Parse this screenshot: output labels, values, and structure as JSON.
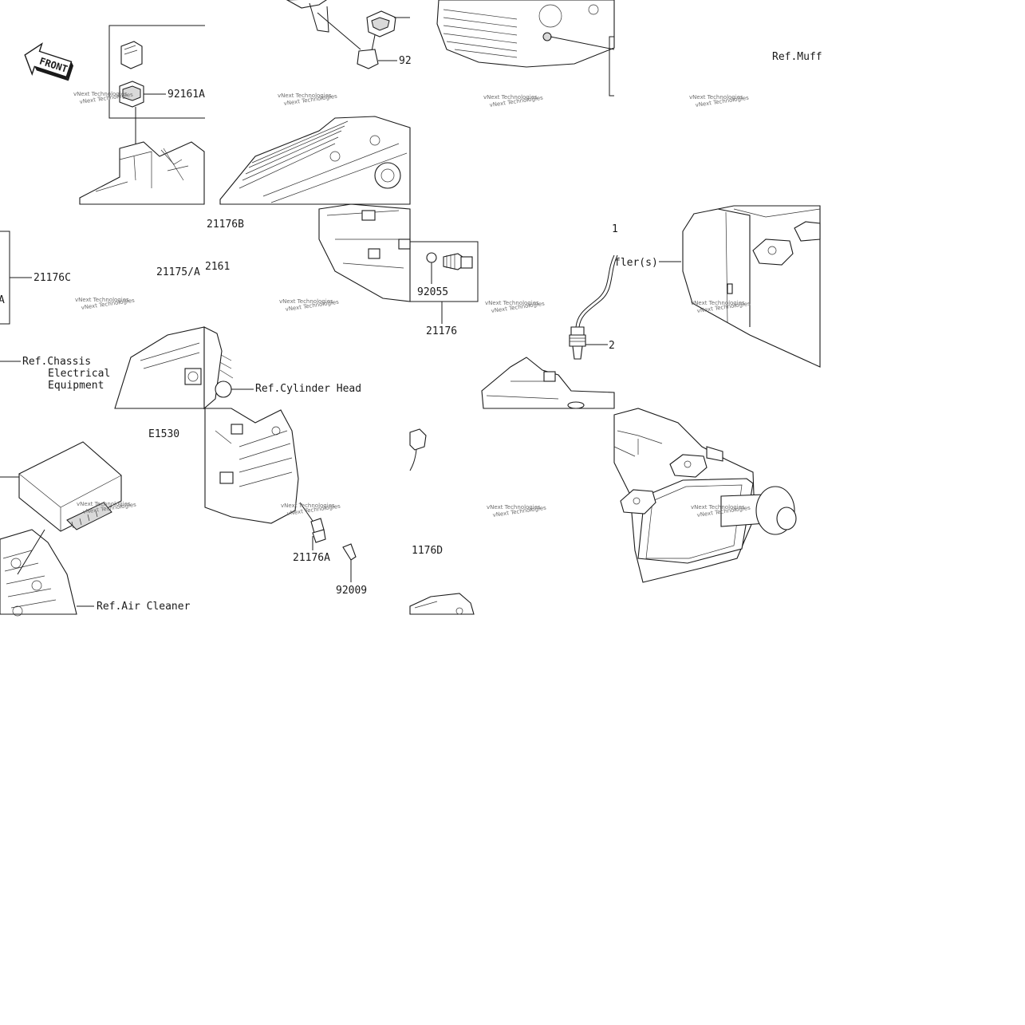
{
  "diagram": {
    "front_arrow": "FRONT",
    "part_labels": {
      "p92161A": "92161A",
      "p92_partial": "92",
      "p21176B": "21176B",
      "p21176C": "21176C",
      "p21175A": "21175/A",
      "p2161": "2161",
      "p92055": "92055",
      "p21176": "21176",
      "p2_partial": "2",
      "p21176A": "21176A",
      "p92009": "92009",
      "p1176D": "1176D",
      "pE1530": "E1530",
      "pA": "A",
      "p1": "1"
    },
    "ref_labels": {
      "ref_muffler": "Ref.Muff",
      "ref_chassis_1": "Ref.Chassis",
      "ref_chassis_2": "Electrical",
      "ref_chassis_3": "Equipment",
      "ref_cyl_head": "Ref.Cylinder Head",
      "ref_air_cleaner": "Ref.Air Cleaner",
      "mufflers_partial": "fler(s)"
    },
    "watermark": {
      "line1": "vNext Technologies",
      "line2": "vNext Technologies"
    }
  }
}
